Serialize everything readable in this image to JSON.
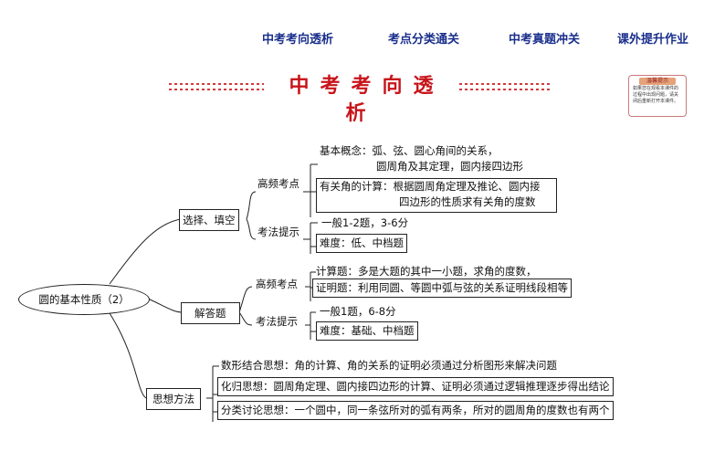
{
  "nav": [
    "中考考向透析",
    "考点分类通关",
    "中考真题冲关",
    "课外提升作业"
  ],
  "banner_title": "中考考向透析",
  "tip": {
    "title": "温馨提示",
    "body": "如果您在观看本课件的过程中出现问题，请关闭后重新打开本课件。"
  },
  "mindmap": {
    "root": "圆的基本性质（2）",
    "b1": {
      "label": "选择、填空",
      "gk": "高频考点",
      "gk_items": [
        [
          "基本概念：弧、弦、圆心角间的关系，",
          "圆周角及其定理，圆内接四边形"
        ],
        [
          "有关角的计算：根据圆周角定理及推论、圆内接",
          "四边形的性质求有关角的度数"
        ]
      ],
      "kf": "考法提示",
      "kf_items": [
        "一般1-2题，3-6分",
        "难度：低、中档题"
      ]
    },
    "b2": {
      "label": "解答题",
      "gk": "高频考点",
      "gk_items": [
        "计算题：多是大题的其中一小题，求角的度数，",
        "证明题：利用同圆、等圆中弧与弦的关系证明线段相等"
      ],
      "kf": "考法提示",
      "kf_items": [
        "一般1题，6-8分",
        "难度：基础、中档题"
      ]
    },
    "b3": {
      "label": "思想方法",
      "items": [
        "数形结合思想：角的计算、角的关系的证明必须通过分析图形来解决问题",
        "化归思想：圆周角定理、圆内接四边形的计算、证明必须通过逻辑推理逐步得出结论",
        "分类讨论思想：一个圆中，同一条弦所对的弧有两条，所对的圆周角的度数也有两个"
      ]
    }
  }
}
